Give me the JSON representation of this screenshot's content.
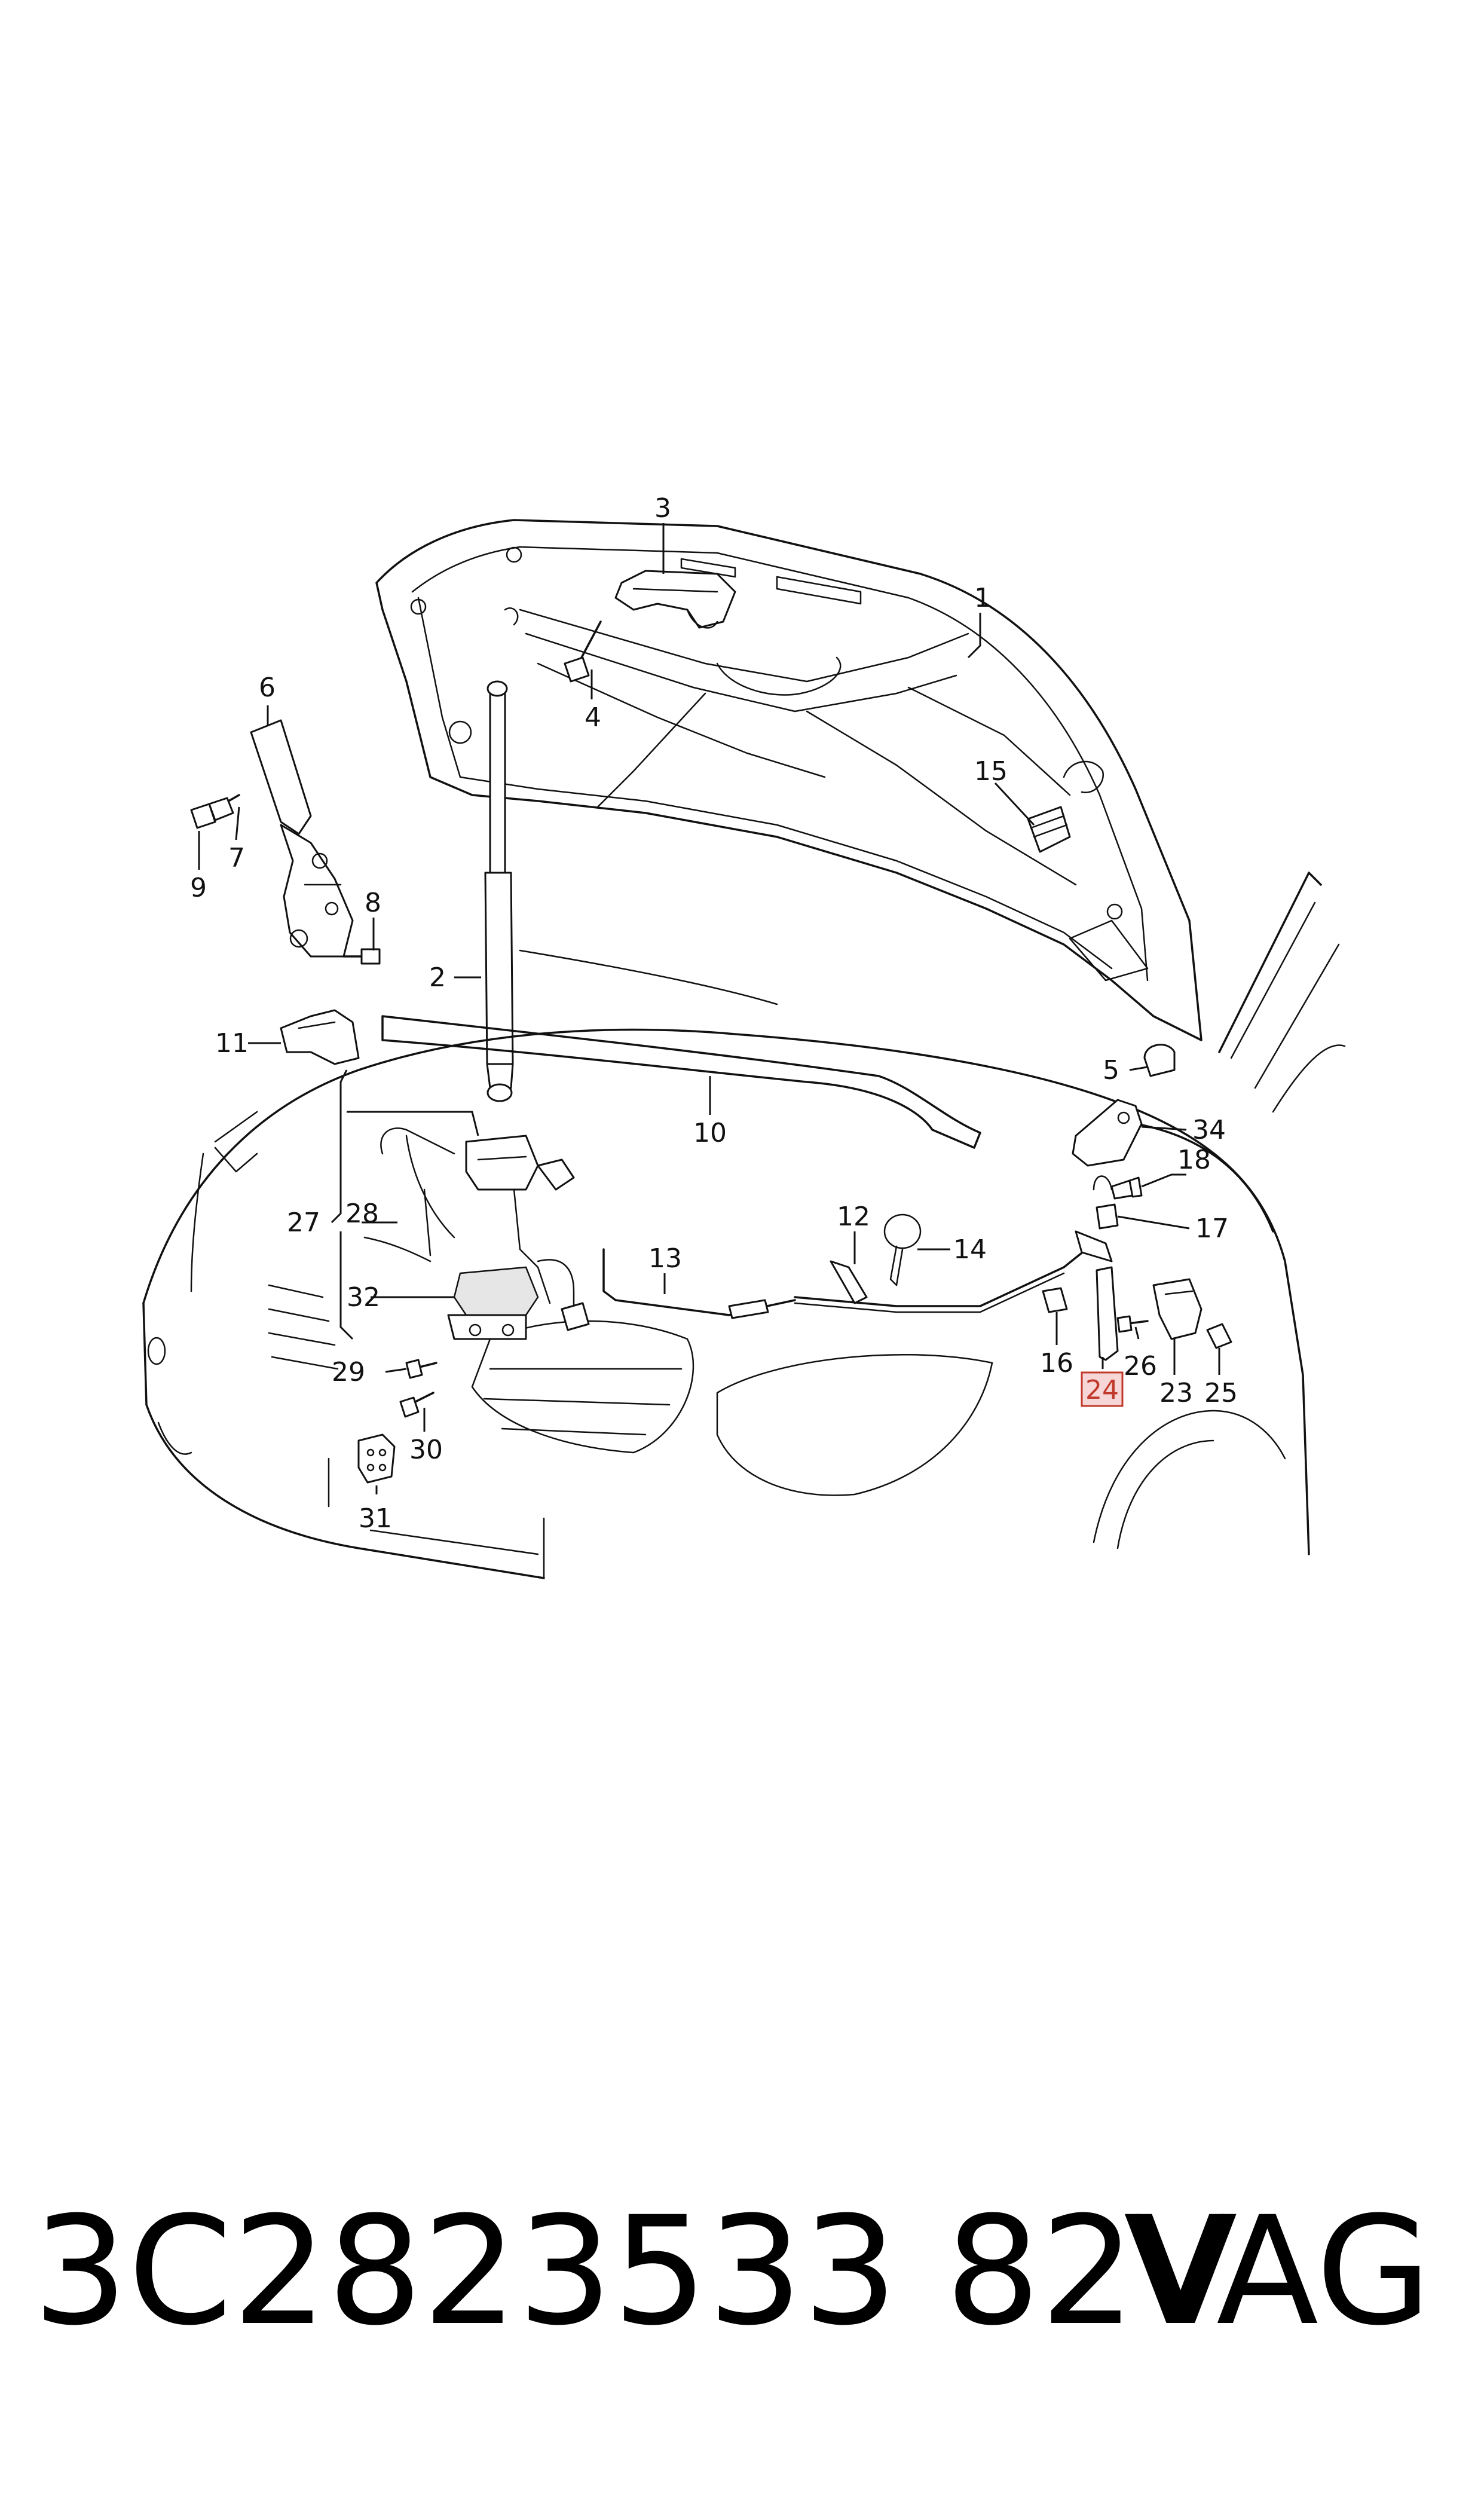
{
  "callouts": {
    "c1": "1",
    "c2": "2",
    "c3": "3",
    "c4": "4",
    "c5": "5",
    "c6": "6",
    "c7": "7",
    "c8": "8",
    "c9": "9",
    "c10": "10",
    "c11": "11",
    "c12": "12",
    "c13": "13",
    "c14": "14",
    "c15": "15",
    "c16": "16",
    "c17": "17",
    "c18": "18",
    "c23": "23",
    "c24": "24",
    "c25": "25",
    "c26": "26",
    "c27": "27",
    "c28": "28",
    "c29": "29",
    "c30": "30",
    "c31": "31",
    "c32": "32",
    "c34": "34"
  },
  "highlighted_callout": "24",
  "colors": {
    "highlight_fill": "#f6d6d6",
    "highlight_stroke": "#c0392b",
    "line": "#111111"
  },
  "footer": {
    "part_number": "3C2823533 82V",
    "brand": "VAG"
  }
}
